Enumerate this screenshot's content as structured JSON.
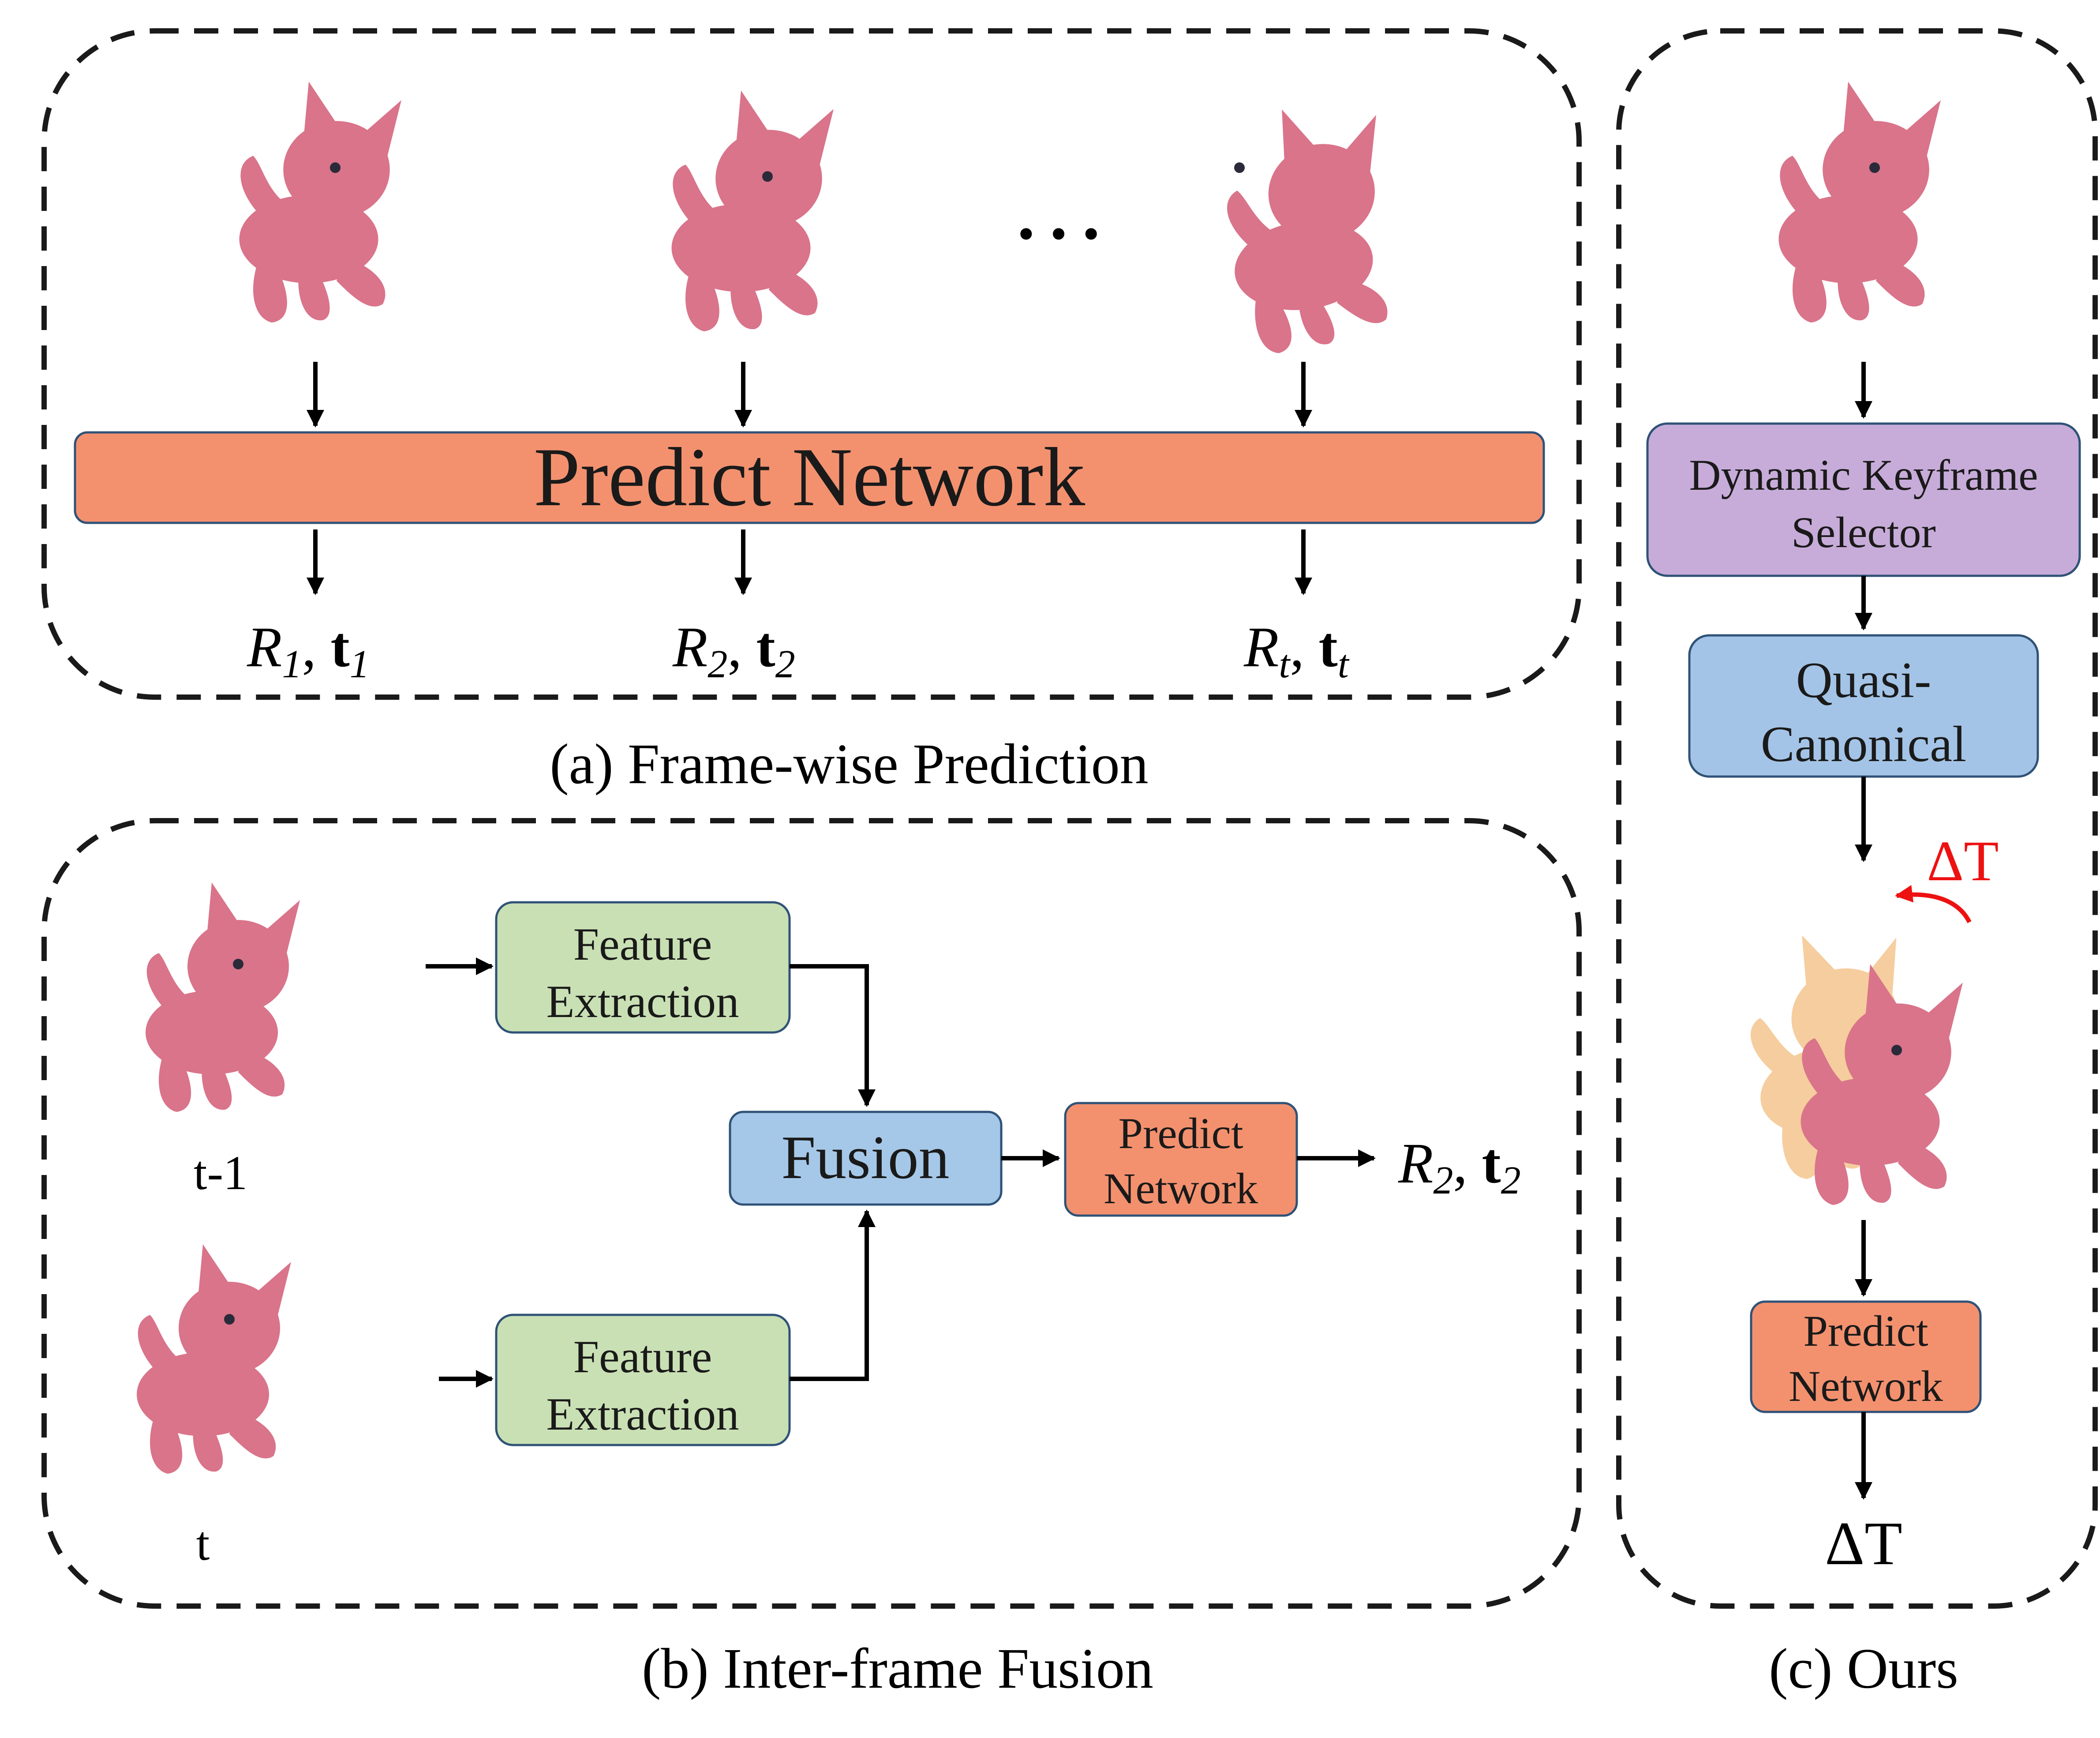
{
  "panels": {
    "a": {
      "caption": "(a) Frame-wise Prediction",
      "ellipsis": "…",
      "network_label": "Predict Network",
      "outputs": [
        {
          "r": "R",
          "r_sub": "1",
          "t": "t",
          "t_sub": "1"
        },
        {
          "r": "R",
          "r_sub": "2",
          "t": "t",
          "t_sub": "2"
        },
        {
          "r": "R",
          "r_sub": "t",
          "t": "t",
          "t_sub": "t"
        }
      ]
    },
    "b": {
      "caption": "(b) Inter-frame Fusion",
      "frame_labels": [
        "t-1",
        "t"
      ],
      "feature_box": [
        "Feature",
        "Extraction"
      ],
      "fusion_label": "Fusion",
      "predict_box": [
        "Predict",
        "Network"
      ],
      "output": {
        "r": "R",
        "r_sub": "2",
        "t": "t",
        "t_sub": "2"
      }
    },
    "c": {
      "caption": "(c) Ours",
      "selector_box": [
        "Dynamic Keyframe",
        "Selector"
      ],
      "quasi_box": [
        "Quasi-",
        "Canonical"
      ],
      "delta_top": "ΔT",
      "predict_box": [
        "Predict",
        "Network"
      ],
      "delta_bottom": "ΔT"
    }
  },
  "colors": {
    "predict": "#f3916f",
    "feature": "#c9e0b4",
    "fusion": "#a6c8e8",
    "selector": "#c7acd9",
    "quasi": "#a3c4e6",
    "cat": "#d9748a",
    "cat_ghost": "#f5c58e",
    "delta": "#ee1111",
    "box_border": "#2f5277"
  }
}
